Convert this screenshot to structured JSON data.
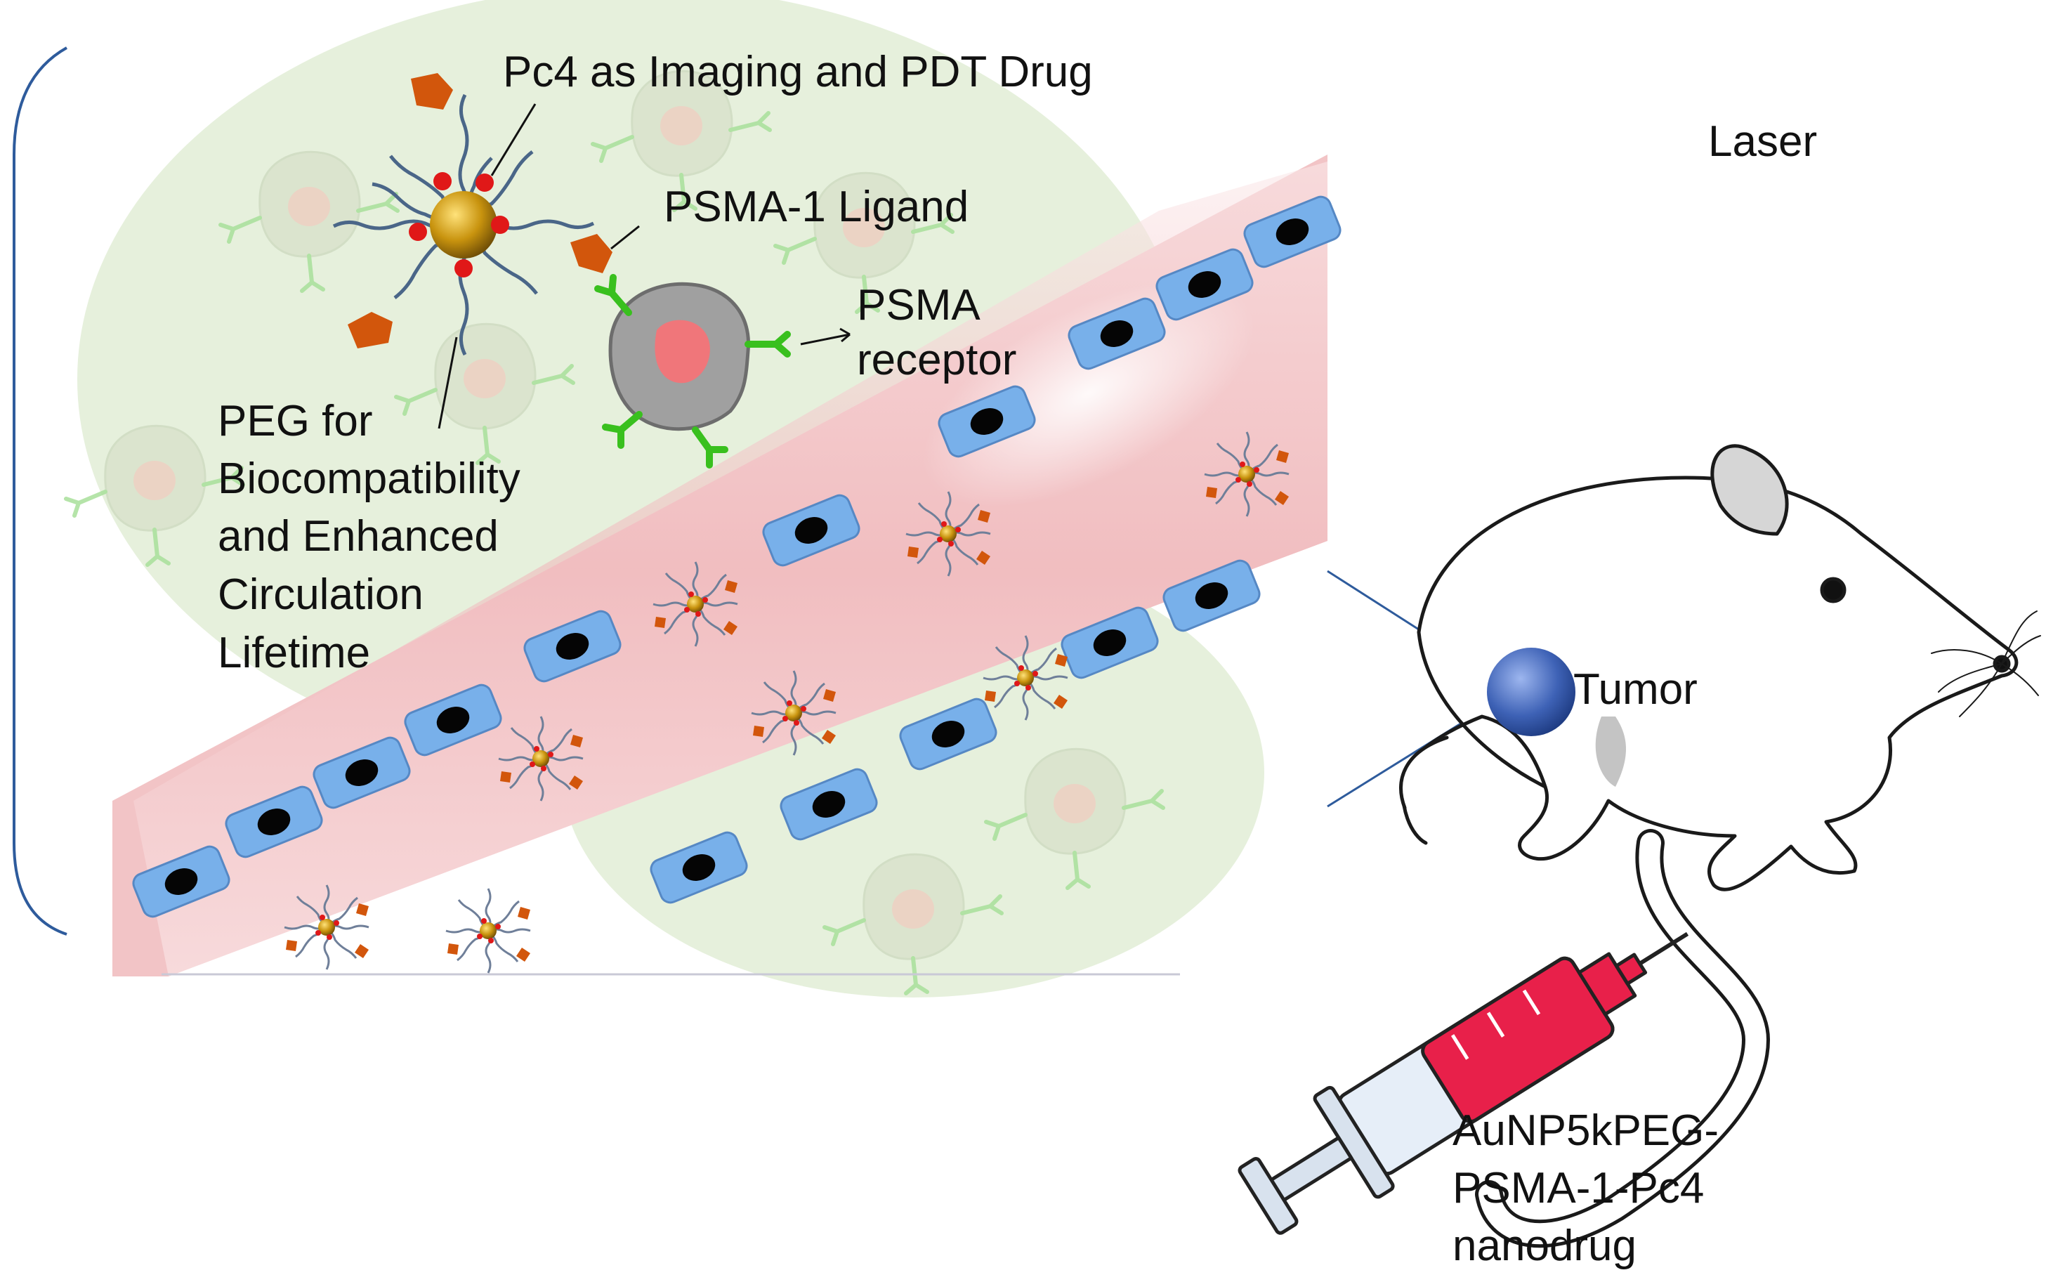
{
  "labels": {
    "pc4": "Pc4 as Imaging and PDT Drug",
    "ligand": "PSMA-1 Ligand",
    "psma_receptor_line1": "PSMA",
    "psma_receptor_line2": "receptor",
    "peg_line1": "PEG for",
    "peg_line2": "Biocompatibility",
    "peg_line3": "and Enhanced",
    "peg_line4": "Circulation",
    "peg_line5": "Lifetime",
    "laser": "Laser",
    "tumor": "Tumor",
    "nanodrug_line1": "AuNP5kPEG-",
    "nanodrug_line2": "PSMA-1-Pc4",
    "nanodrug_line3": "nanodrug"
  },
  "colors": {
    "tissue_green": "#e6f0dc",
    "vessel_pink": "#f2c4c6",
    "endothelial_blue": "#6ea8e6",
    "gold_core": "#c8930e",
    "pc4_red": "#e01818",
    "ligand_orange": "#d2560c",
    "receptor_green": "#39c01e",
    "tumor_blue": "#3e62b6",
    "syringe_red": "#e8204a",
    "bracket_blue": "#2e5b9c"
  }
}
